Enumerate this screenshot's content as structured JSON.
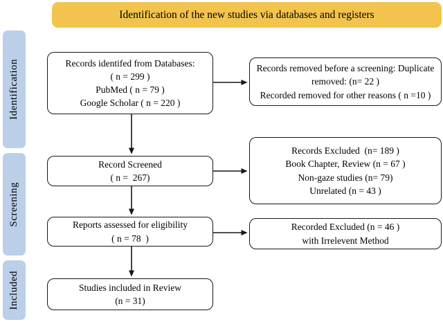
{
  "banner": {
    "title": "Identification of the new studies via databases and registers"
  },
  "sidebar": {
    "sections": [
      {
        "label": "Identification"
      },
      {
        "label": "Screening"
      },
      {
        "label": "Included"
      }
    ]
  },
  "flow": {
    "left_boxes": [
      {
        "name": "records-identified",
        "lines": [
          "Records identifed from Databases:",
          "( n = 299 )",
          "PubMed ( n = 79 )",
          "Google Scholar ( n = 220 )"
        ]
      },
      {
        "name": "records-screened",
        "lines": [
          "Record Screened",
          "( n =  267)"
        ]
      },
      {
        "name": "reports-assessed",
        "lines": [
          "Reports assessed for eligibility",
          "( n = 78  )"
        ]
      },
      {
        "name": "studies-included",
        "lines": [
          "Studies included in Review",
          "(n = 31)"
        ]
      }
    ],
    "right_boxes": [
      {
        "name": "records-removed",
        "lines": [
          "Records removed before a screening: Duplicate",
          "removed: (n= 22 )",
          "Recorded removed for other reasons ( n =10 )"
        ]
      },
      {
        "name": "records-excluded",
        "lines": [
          "Records Excluded  (n= 189 )",
          "Book Chapter, Review (n = 67 )",
          "Non-gaze studies (n= 79)",
          "Unrelated (n = 43 )"
        ]
      },
      {
        "name": "recorded-excluded-method",
        "lines": [
          "Recorded Excluded (n = 46 )",
          "with Irrelevent Method"
        ]
      }
    ]
  },
  "colors": {
    "banner_bg": "#F2C44E",
    "sidebar_bg": "#BCCFE8",
    "line": "#161616"
  }
}
